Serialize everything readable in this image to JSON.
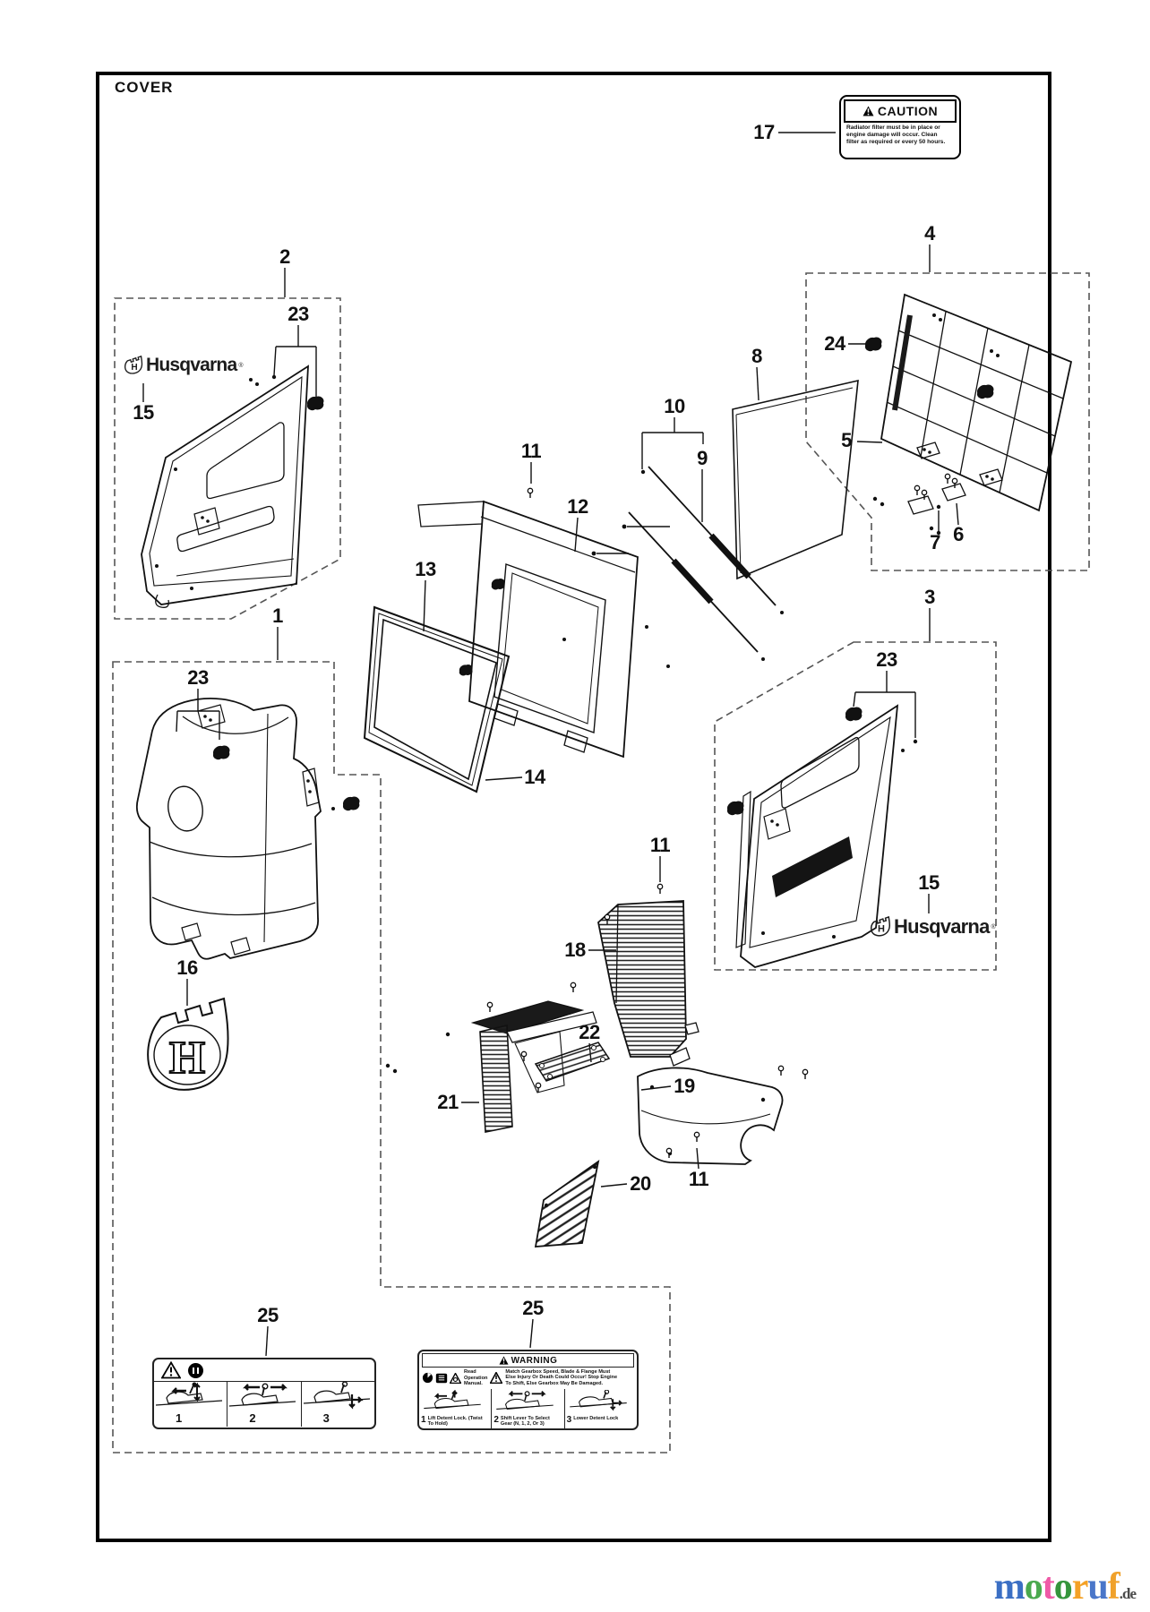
{
  "page": {
    "title": "COVER"
  },
  "caution_label": {
    "title": "CAUTION",
    "lines": [
      "Radiator filter must be in place or",
      "engine damage will occur.  Clean",
      "filter as required or every 50 hours."
    ]
  },
  "warning_decal": {
    "title": "WARNING",
    "read_lines": [
      "Read",
      "Operation",
      "Manual."
    ],
    "body_lines": [
      "Match Gearbox Speed, Blade & Flange Must",
      "Else Injury Or Death Could Occur!  Stop Engine",
      "To Shift, Else Gearbox May Be Damaged."
    ],
    "steps": [
      {
        "num": "1",
        "caption": "Lift Detent Lock. (Twist To Hold)"
      },
      {
        "num": "2",
        "caption": "Shift Lever To Select Gear (N, 1, 2, Or 3)"
      },
      {
        "num": "3",
        "caption": "Lower Detent Lock"
      }
    ]
  },
  "pictogram_decal": {
    "steps": [
      {
        "num": "1"
      },
      {
        "num": "2"
      },
      {
        "num": "3"
      }
    ]
  },
  "brand": {
    "name": "Husqvarna",
    "registered": "®",
    "emblem_letter": "H"
  },
  "watermark": {
    "letters": [
      {
        "ch": "m",
        "color": "#3b6fc4"
      },
      {
        "ch": "o",
        "color": "#4aa94e"
      },
      {
        "ch": "t",
        "color": "#ef5aa7"
      },
      {
        "ch": "o",
        "color": "#35953c"
      },
      {
        "ch": "r",
        "color": "#f4a126"
      },
      {
        "ch": "u",
        "color": "#4a76c9"
      },
      {
        "ch": "f",
        "color": "#f0a12b"
      }
    ],
    "suffix": ".de"
  },
  "callouts": [
    {
      "text": "17"
    },
    {
      "text": "2"
    },
    {
      "text": "4"
    },
    {
      "text": "23"
    },
    {
      "text": "24"
    },
    {
      "text": "8"
    },
    {
      "text": "10"
    },
    {
      "text": "15"
    },
    {
      "text": "11"
    },
    {
      "text": "9"
    },
    {
      "text": "5"
    },
    {
      "text": "12"
    },
    {
      "text": "13"
    },
    {
      "text": "6"
    },
    {
      "text": "7"
    },
    {
      "text": "3"
    },
    {
      "text": "1"
    },
    {
      "text": "23"
    },
    {
      "text": "23"
    },
    {
      "text": "14"
    },
    {
      "text": "11"
    },
    {
      "text": "15"
    },
    {
      "text": "18"
    },
    {
      "text": "16"
    },
    {
      "text": "22"
    },
    {
      "text": "19"
    },
    {
      "text": "21"
    },
    {
      "text": "20"
    },
    {
      "text": "11"
    },
    {
      "text": "25"
    },
    {
      "text": "25"
    }
  ]
}
